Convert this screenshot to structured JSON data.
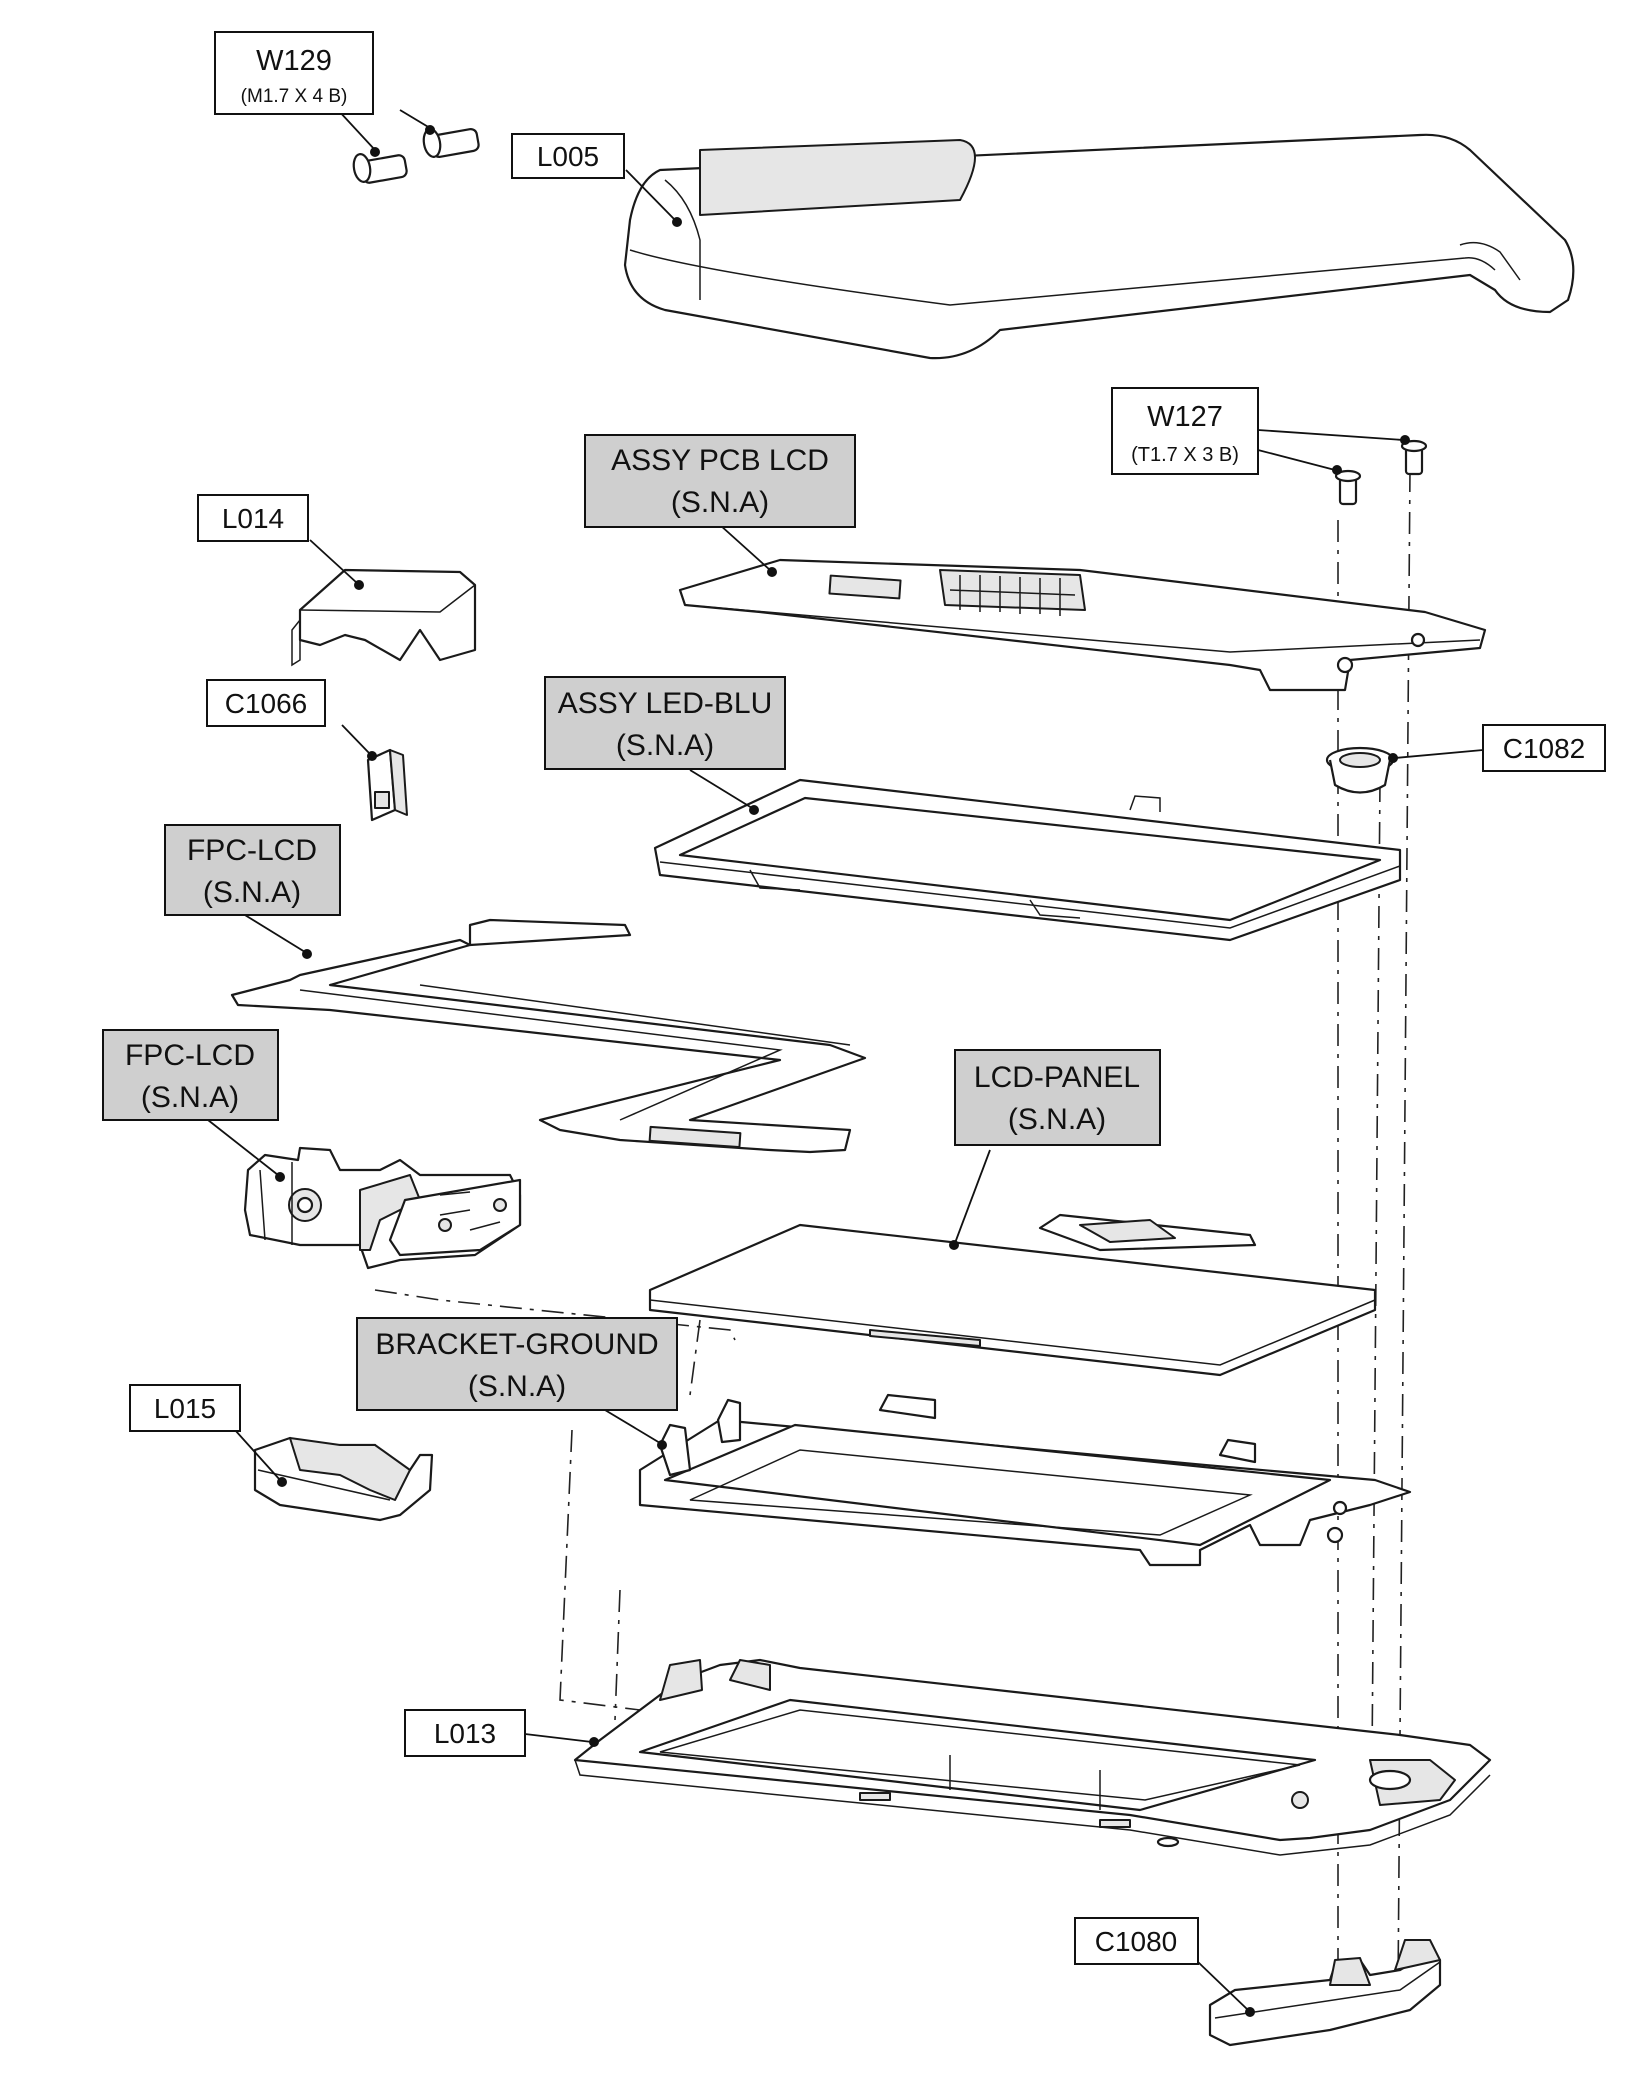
{
  "labels": {
    "w129": {
      "code": "W129",
      "spec": "(M1.7 X 4 B)"
    },
    "l005": {
      "code": "L005"
    },
    "w127": {
      "code": "W127",
      "spec": "(T1.7 X 3 B)"
    },
    "assy_pcb_lcd": {
      "line1": "ASSY PCB LCD",
      "line2": "(S.N.A)"
    },
    "l014": {
      "code": "L014"
    },
    "c1066": {
      "code": "C1066"
    },
    "assy_led_blu": {
      "line1": "ASSY LED-BLU",
      "line2": "(S.N.A)"
    },
    "c1082": {
      "code": "C1082"
    },
    "fpc_lcd_1": {
      "line1": "FPC-LCD",
      "line2": "(S.N.A)"
    },
    "fpc_lcd_2": {
      "line1": "FPC-LCD",
      "line2": "(S.N.A)"
    },
    "lcd_panel": {
      "line1": "LCD-PANEL",
      "line2": "(S.N.A)"
    },
    "bracket_ground": {
      "line1": "BRACKET-GROUND",
      "line2": "(S.N.A)"
    },
    "l015": {
      "code": "L015"
    },
    "l013": {
      "code": "L013"
    },
    "c1080": {
      "code": "C1080"
    }
  },
  "colors": {
    "line": "#1a1a1a",
    "sna_fill": "#cfcfcf",
    "background": "#ffffff"
  }
}
